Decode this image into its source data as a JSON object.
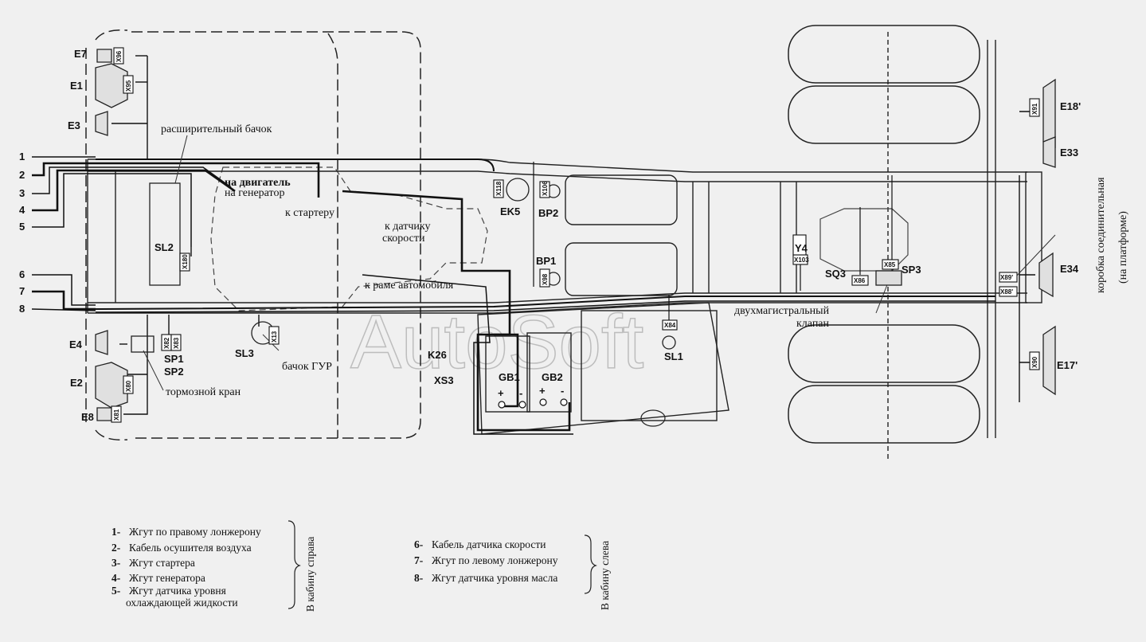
{
  "wire_numbers": [
    "1",
    "2",
    "3",
    "4",
    "5",
    "6",
    "7",
    "8"
  ],
  "components": {
    "E7": "E7",
    "E1": "E1",
    "E3": "E3",
    "E4": "E4",
    "E2": "E2",
    "E8": "E8",
    "SL2": "SL2",
    "SP1": "SP1",
    "SP2": "SP2",
    "SL3": "SL3",
    "EK5": "EK5",
    "BP2": "BP2",
    "BP1": "BP1",
    "K26": "K26",
    "XS3": "XS3",
    "GB1": "GB1",
    "GB2": "GB2",
    "SL1": "SL1",
    "Y4": "Y4",
    "SQ3": "SQ3",
    "SP3": "SP3",
    "E18": "E18'",
    "E33": "E33",
    "E34": "E34",
    "E17": "E17'"
  },
  "connectors": {
    "X96a": "X96",
    "X95": "X95",
    "X180": "X180",
    "X82": "X82",
    "X83": "X83",
    "X80": "X80",
    "X81": "X81",
    "X13": "X13",
    "X118": "X118",
    "X106": "X106",
    "X98": "X98",
    "X84": "X84",
    "X103": "X103",
    "X85": "X85",
    "X86": "X86",
    "X91": "X91",
    "X89": "X89'",
    "X88": "X88'",
    "X90": "X90"
  },
  "annotations": {
    "expansion_tank": "расширительный бачок",
    "to_engine": "на двигатель",
    "to_generator": "на генератор",
    "to_starter": "к стартеру",
    "to_speed_sensor_1": "к датчику",
    "to_speed_sensor_2": "скорости",
    "to_frame": "к раме автомобиля",
    "power_steering_tank": "бачок ГУР",
    "brake_valve": "тормозной кран",
    "two_line_valve_1": "двухмагистральный",
    "two_line_valve_2": "клапан",
    "junction_box_1": "коробка соединительная",
    "junction_box_2": "(на платформе)",
    "plus1": "+",
    "minus1": "-",
    "plus2": "+",
    "minus2": "-"
  },
  "legend_right_cab": {
    "caption": "В кабину справа",
    "items": [
      {
        "num": "1-",
        "text": "Жгут по правому лонжерону"
      },
      {
        "num": "2-",
        "text": "Кабель осушителя воздуха"
      },
      {
        "num": "3-",
        "text": "Жгут стартера"
      },
      {
        "num": "4-",
        "text": "Жгут генератора"
      },
      {
        "num": "5-",
        "text": "Жгут датчика уровня"
      }
    ],
    "continuation": "охлаждающей жидкости"
  },
  "legend_left_cab": {
    "caption": "В кабину слева",
    "items": [
      {
        "num": "6-",
        "text": "Кабель датчика скорости"
      },
      {
        "num": "7-",
        "text": "Жгут по левому лонжерону"
      },
      {
        "num": "8-",
        "text": "Жгут датчика уровня масла"
      }
    ]
  },
  "watermark": "AutoSoft"
}
